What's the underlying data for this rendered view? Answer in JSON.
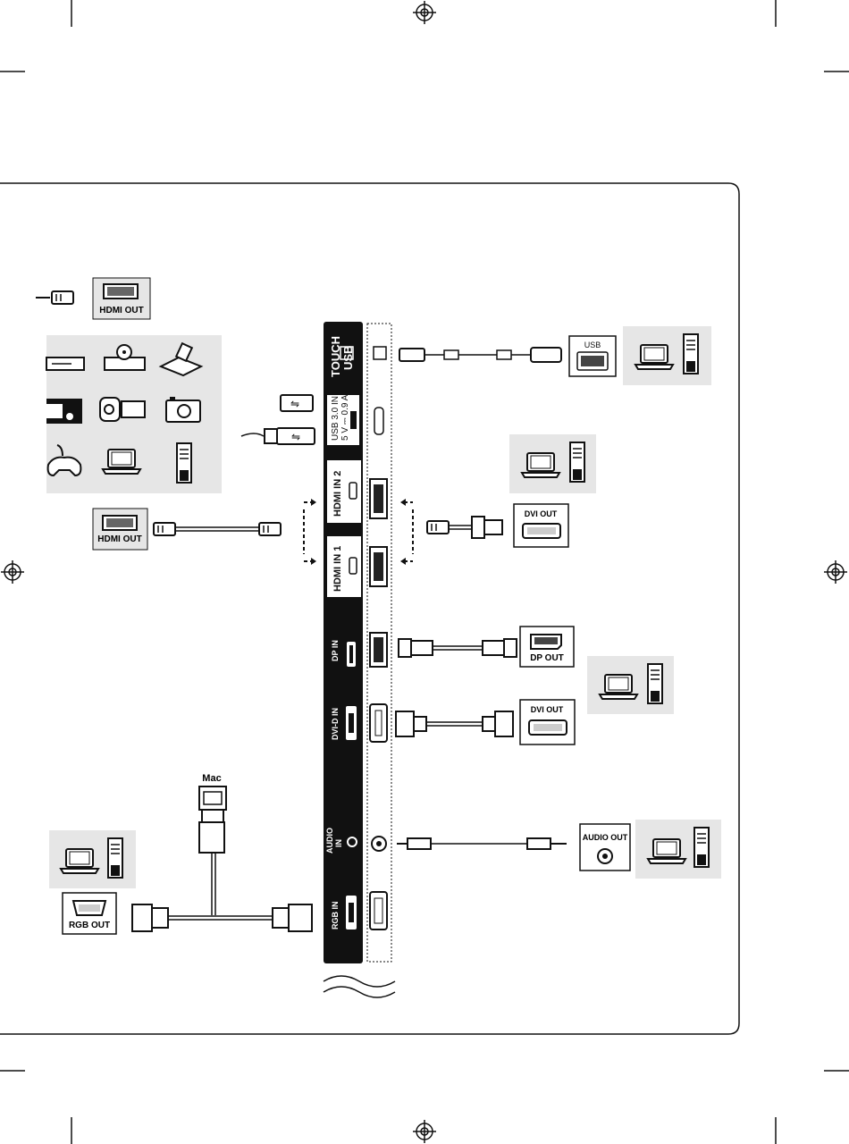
{
  "sources": {
    "hdmi_out_top": "HDMI OUT",
    "hdmi_out_left": "HDMI OUT",
    "dvi_out_hdmi": "DVI OUT",
    "dp_out": "DP OUT",
    "dvi_out": "DVI OUT",
    "audio_out": "AUDIO OUT",
    "rgb_out": "RGB OUT",
    "usb": "USB",
    "mac": "Mac"
  },
  "panel": {
    "touch_usb_1": "TOUCH",
    "touch_usb_2": "USB",
    "usb30_1": "USB 3.0 IN",
    "usb30_2": "5 V ⎓ 0.9 A",
    "hdmi2": "HDMI IN 2",
    "hdmi1": "HDMI IN 1",
    "dp_in": "DP IN",
    "dvi_d_in": "DVI-D IN",
    "audio_in_1": "AUDIO",
    "audio_in_2": "IN",
    "rgb_in": "RGB IN"
  }
}
